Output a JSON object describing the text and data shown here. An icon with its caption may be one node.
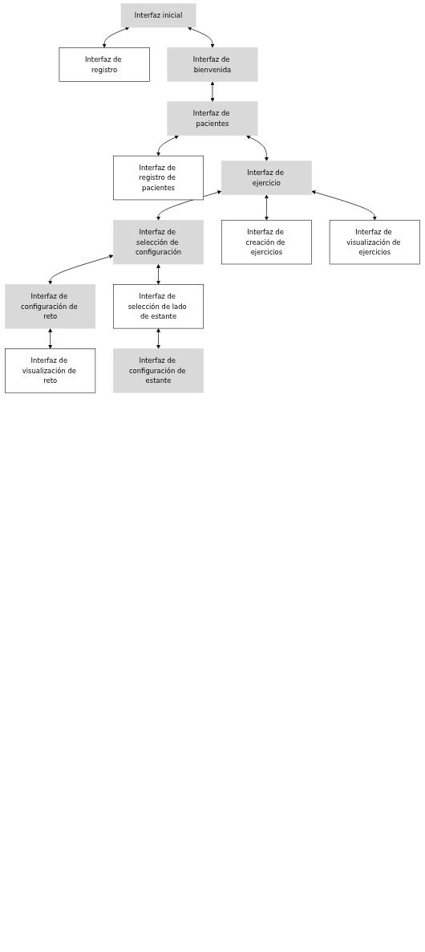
{
  "diagram": {
    "nodes": [
      {
        "text": [
          "Interfaz inicial"
        ]
      },
      {
        "text": [
          "Interfaz de registro"
        ]
      },
      {
        "text": [
          "Interfaz de bienvenida"
        ]
      },
      {
        "text": [
          "Interfaz de pacientes"
        ]
      },
      {
        "text": [
          "Interfaz de registro de pacientes"
        ]
      },
      {
        "text": [
          "Interfaz de ejercicio"
        ]
      },
      {
        "text": [
          "Interfaz de creación de ejercicios"
        ]
      },
      {
        "text": [
          "Interfaz de visualización de ejercicios"
        ]
      },
      {
        "text": [
          "Interfaz de selección de configuración"
        ]
      },
      {
        "text": [
          "Interfaz de configuración de reto"
        ]
      },
      {
        "text": [
          "Interfaz de selección de lado de estante"
        ]
      },
      {
        "text": [
          "Interfaz de visualización de reto"
        ]
      },
      {
        "text": [
          "Interfaz de configuración de estante"
        ]
      }
    ],
    "edges": [
      {
        "from": 0,
        "to": 1,
        "arrow": "both"
      },
      {
        "from": 0,
        "to": 2,
        "arrow": "both"
      },
      {
        "from": 2,
        "to": 3,
        "arrow": "both"
      },
      {
        "from": 3,
        "to": 4,
        "arrow": "both"
      },
      {
        "from": 3,
        "to": 5,
        "arrow": "both"
      },
      {
        "from": 5,
        "to": 6,
        "arrow": "both"
      },
      {
        "from": 5,
        "to": 7,
        "arrow": "both"
      },
      {
        "from": 5,
        "to": 8,
        "arrow": "both"
      },
      {
        "from": 8,
        "to": 9,
        "arrow": "both"
      },
      {
        "from": 8,
        "to": 10,
        "arrow": "both"
      },
      {
        "from": 9,
        "to": 11,
        "arrow": "both"
      },
      {
        "from": 10,
        "to": 12,
        "arrow": "both"
      }
    ]
  }
}
